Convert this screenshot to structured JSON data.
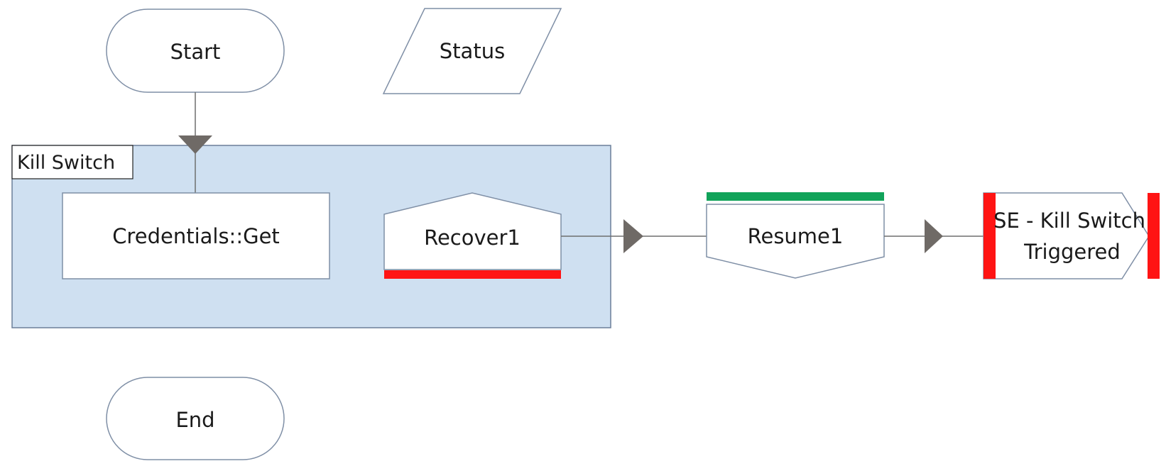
{
  "diagram": {
    "start": {
      "label": "Start"
    },
    "status": {
      "label": "Status"
    },
    "kill_switch_block": {
      "label": "Kill Switch"
    },
    "credentials": {
      "label": "Credentials::Get"
    },
    "recover": {
      "label": "Recover1"
    },
    "resume": {
      "label": "Resume1"
    },
    "exception": {
      "line1": "SE - Kill Switch",
      "line2": "Triggered"
    },
    "end": {
      "label": "End"
    }
  },
  "colors": {
    "block_fill": "#cfe0f1",
    "block_border": "#6b7f99",
    "shape_border": "#7f8fa6",
    "connector": "#6f6f6f",
    "arrowhead": "#6f6a66",
    "recover_marker": "#ff1414",
    "resume_marker": "#11a35a",
    "exception_marker": "#ff1414"
  }
}
